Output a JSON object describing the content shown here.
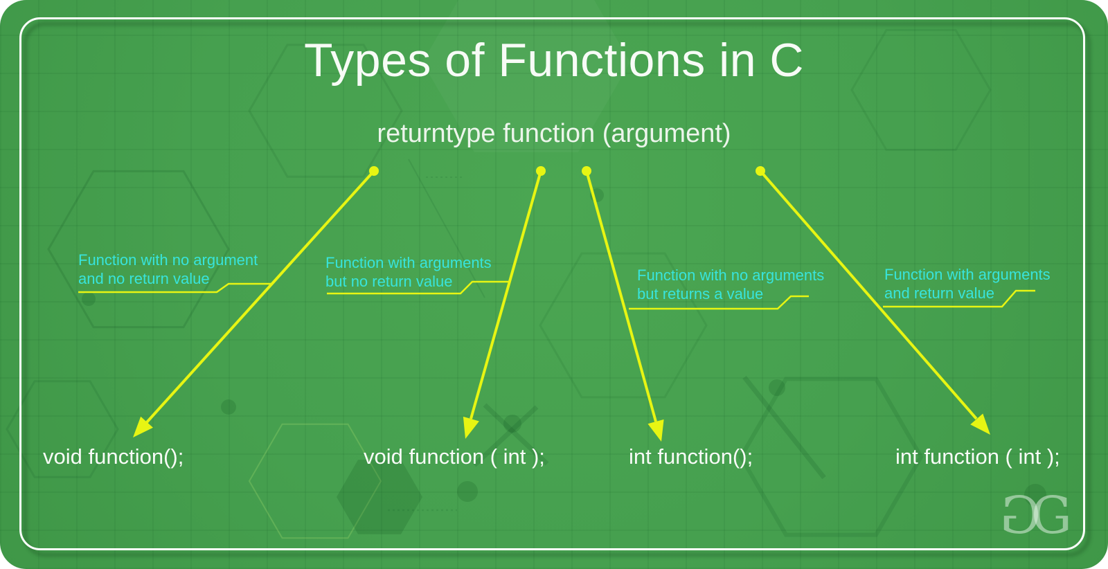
{
  "title": "Types of Functions in C",
  "formula": "returntype function (argument)",
  "callouts": [
    {
      "line1": "Function with no argument",
      "line2": "and no return value",
      "code": "void function();"
    },
    {
      "line1": "Function with arguments",
      "line2": "but no return value",
      "code": "void function ( int );"
    },
    {
      "line1": "Function with no arguments",
      "line2": "but returns a value",
      "code": "int function();"
    },
    {
      "line1": "Function with arguments",
      "line2": "and return value",
      "code": "int function ( int );"
    }
  ],
  "logo": {
    "letters": [
      "G",
      "G"
    ]
  },
  "colors": {
    "card_green": "#46a04f",
    "arrow_yellow": "#e7f513",
    "callout_cyan": "#38e4dc",
    "text_white": "#f7faf6",
    "border_white": "#fcfefc"
  }
}
